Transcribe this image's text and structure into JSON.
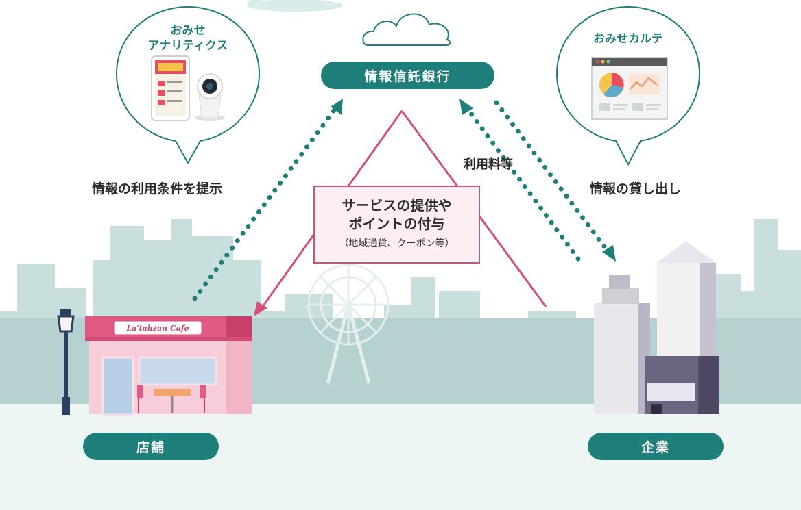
{
  "bank": {
    "label": "情報信託銀行"
  },
  "store": {
    "label": "店舗",
    "sign": "La'tahzan Cafe"
  },
  "company": {
    "label": "企業"
  },
  "bubble_left": {
    "title_line1": "おみせ",
    "title_line2": "アナリティクス",
    "icon": "tablet-and-camera"
  },
  "bubble_right": {
    "title": "おみせカルテ",
    "icon": "dashboard-monitor"
  },
  "flows": {
    "left_label": "情報の利用条件を提示",
    "fee_label": "利用料等",
    "right_label": "情報の貸し出し"
  },
  "service_box": {
    "line1": "サービスの提供や",
    "line2": "ポイントの付与",
    "line3": "（地域通貨、クーポン等）"
  },
  "colors": {
    "teal": "#1e7f7a",
    "pink": "#d24f7b",
    "city": "#b8d5d4"
  }
}
